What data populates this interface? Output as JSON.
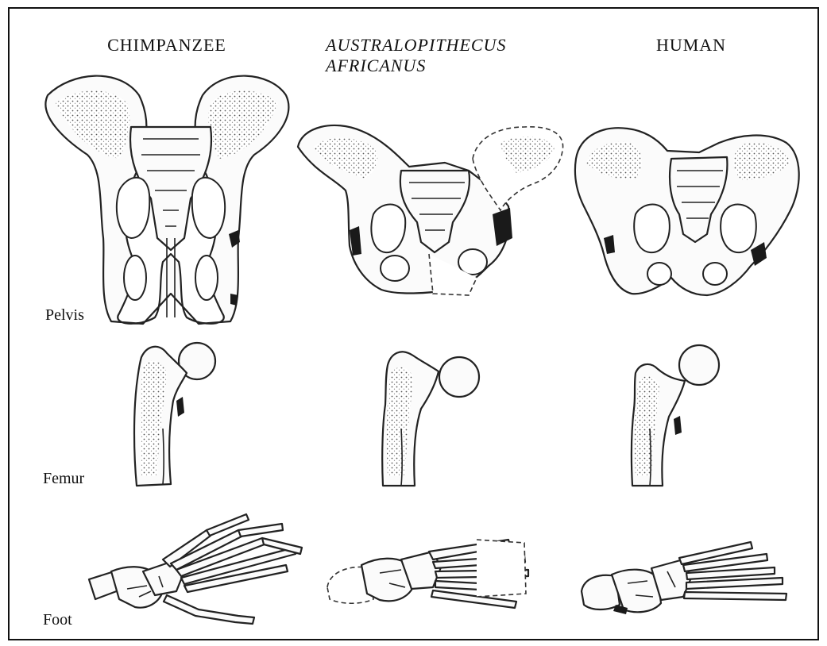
{
  "columns": [
    {
      "line1": "CHIMPANZEE",
      "line2": ""
    },
    {
      "line1": "AUSTRALOPITHECUS",
      "line2": "AFRICANUS"
    },
    {
      "line1": "HUMAN",
      "line2": ""
    }
  ],
  "rows": {
    "pelvis": "Pelvis",
    "femur": "Femur",
    "foot": "Foot"
  }
}
